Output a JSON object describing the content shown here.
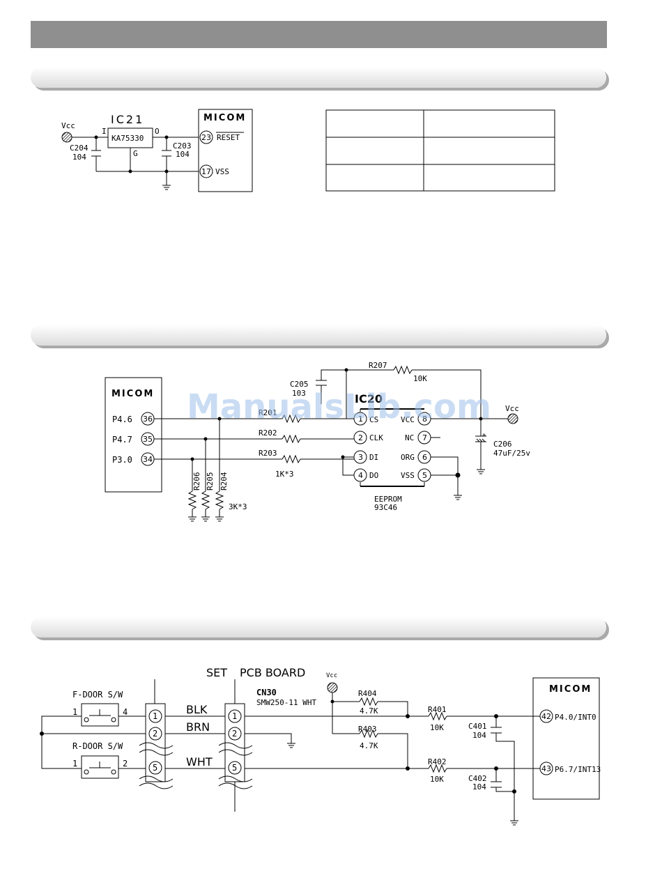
{
  "watermark": "ManualsLib.com",
  "power": {
    "vcc": "Vcc",
    "ic_name": "IC21",
    "ic_part": "KA75330",
    "pin_i": "I",
    "pin_o": "O",
    "pin_g": "G",
    "c204": "C204",
    "c204_val": "104",
    "c203": "C203",
    "c203_val": "104",
    "micom": "MICOM",
    "pin23": "23",
    "reset": "RESET",
    "pin17": "17",
    "vss": "VSS"
  },
  "eeprom": {
    "micom": "MICOM",
    "p46": "P4.6",
    "p47": "P4.7",
    "p30": "P3.0",
    "pin36": "36",
    "pin35": "35",
    "pin34": "34",
    "r201": "R201",
    "r202": "R202",
    "r203": "R203",
    "r204": "R204",
    "r205": "R205",
    "r206": "R206",
    "r207": "R207",
    "r207_val": "10K",
    "res_1k": "1K*3",
    "res_3k": "3K*3",
    "c205": "C205",
    "c205_val": "103",
    "ic_name": "IC20",
    "cs": "CS",
    "clk": "CLK",
    "di": "DI",
    "do": "DO",
    "vcc_pin": "VCC",
    "nc": "NC",
    "org": "ORG",
    "vss": "VSS",
    "pin1": "1",
    "pin2": "2",
    "pin3": "3",
    "pin4": "4",
    "pin5": "5",
    "pin6": "6",
    "pin7": "7",
    "pin8": "8",
    "vcc": "Vcc",
    "c206": "C206",
    "c206_val": "47uF/25v",
    "eeprom_label": "EEPROM",
    "eeprom_part": "93C46"
  },
  "door": {
    "set": "SET",
    "pcb_board": "PCB BOARD",
    "cn30": "CN30",
    "cn30_part": "SMW250-11 WHT",
    "fdoor": "F-DOOR S/W",
    "rdoor": "R-DOOR S/W",
    "sw_f_a": "1",
    "sw_f_b": "4",
    "sw_r_a": "1",
    "sw_r_b": "2",
    "c1": "1",
    "c2": "2",
    "c5": "5",
    "blk": "BLK",
    "brn": "BRN",
    "wht": "WHT",
    "vcc": "Vcc",
    "r404": "R404",
    "r404_val": "4.7K",
    "r403": "R403",
    "r403_val": "4.7K",
    "r401": "R401",
    "r401_val": "10K",
    "r402": "R402",
    "r402_val": "10K",
    "c401": "C401",
    "c401_val": "104",
    "c402": "C402",
    "c402_val": "104",
    "micom": "MICOM",
    "pin42": "42",
    "p40": "P4.0/INT0",
    "pin43": "43",
    "p67": "P6.7/INT13"
  }
}
